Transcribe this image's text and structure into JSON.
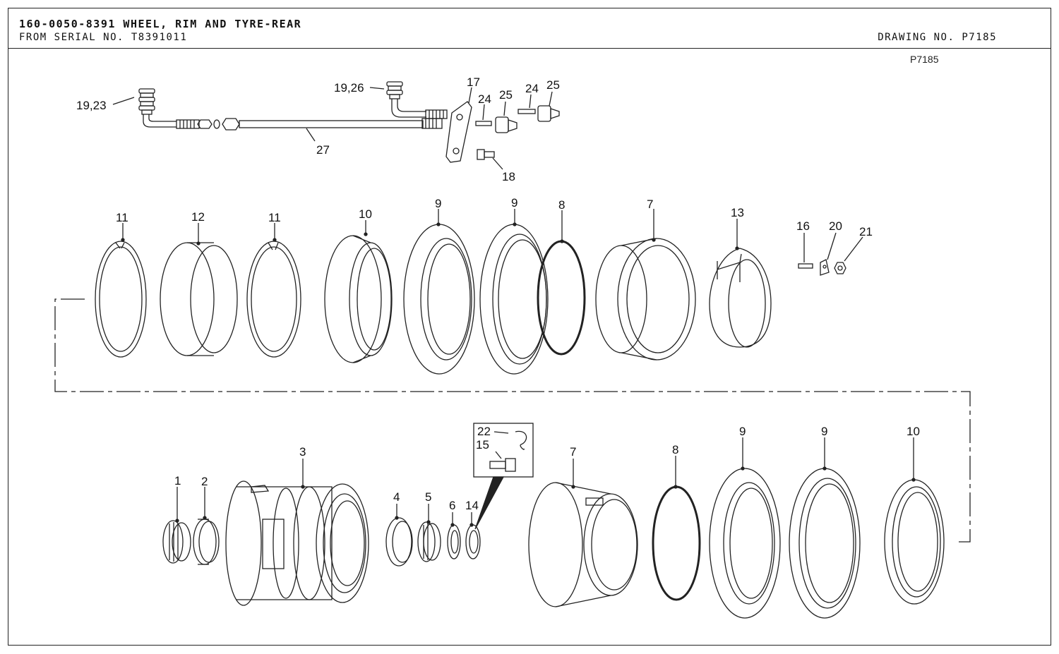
{
  "header": {
    "title": "160-0050-8391 WHEEL, RIM AND TYRE-REAR",
    "serial": "FROM SERIAL NO. T8391011",
    "drawing_no": "DRAWING NO. P7185"
  },
  "drawing_ref": "P7185",
  "callouts": {
    "c19_23": "19,23",
    "c19_26": "19,26",
    "c17": "17",
    "c24a": "24",
    "c25a": "25",
    "c24b": "24",
    "c25b": "25",
    "c27": "27",
    "c18": "18",
    "top_11a": "11",
    "top_12": "12",
    "top_11b": "11",
    "top_10": "10",
    "top_9a": "9",
    "top_9b": "9",
    "top_8": "8",
    "top_7": "7",
    "top_13": "13",
    "c16": "16",
    "c20": "20",
    "c21": "21",
    "c22": "22",
    "c15": "15",
    "bot_1": "1",
    "bot_2": "2",
    "bot_3": "3",
    "bot_4": "4",
    "bot_5": "5",
    "bot_6": "6",
    "bot_14": "14",
    "bot_7": "7",
    "bot_8": "8",
    "bot_9a": "9",
    "bot_9b": "9",
    "bot_10": "10"
  }
}
